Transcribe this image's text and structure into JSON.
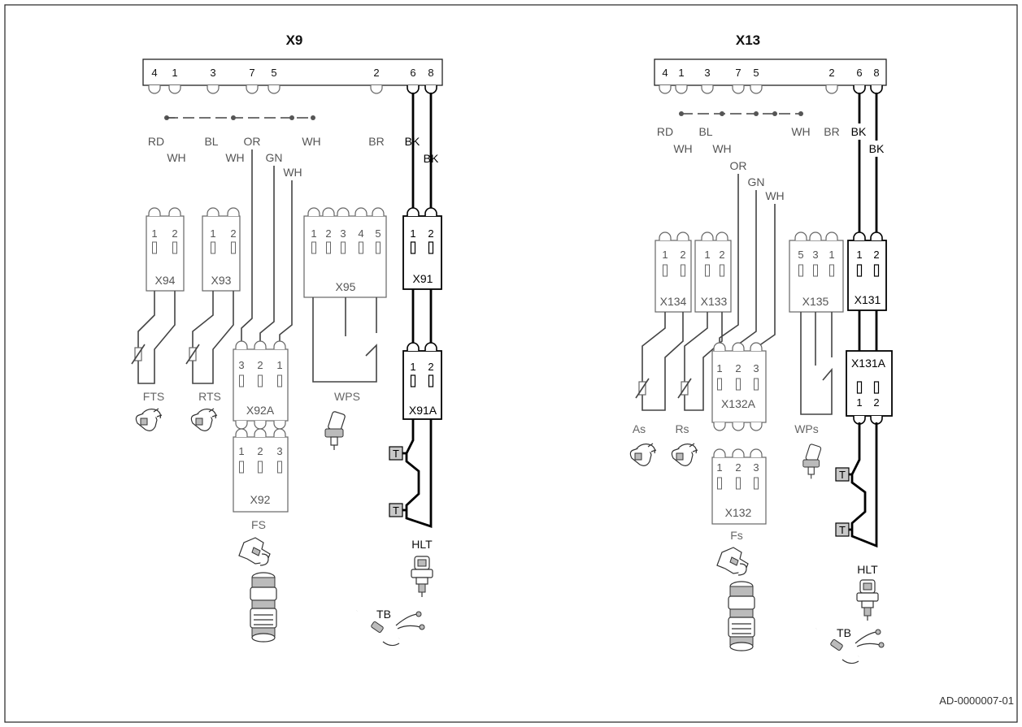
{
  "reference": "AD-0000007-01",
  "x9": {
    "title": "X9",
    "header_pins": [
      "4",
      "1",
      "3",
      "7",
      "5",
      "2",
      "6",
      "8"
    ],
    "wire_labels": [
      "RD",
      "WH",
      "BL",
      "WH",
      "OR",
      "GN",
      "WH",
      "WH",
      "BR",
      "BK",
      "BK"
    ],
    "connectors": {
      "x94": {
        "name": "X94",
        "pins": [
          "1",
          "2"
        ]
      },
      "x93": {
        "name": "X93",
        "pins": [
          "1",
          "2"
        ]
      },
      "x95": {
        "name": "X95",
        "pins": [
          "1",
          "2",
          "3",
          "4",
          "5"
        ]
      },
      "x91": {
        "name": "X91",
        "pins": [
          "1",
          "2"
        ]
      },
      "x92a": {
        "name": "X92A",
        "pins": [
          "3",
          "2",
          "1"
        ]
      },
      "x92": {
        "name": "X92",
        "pins": [
          "1",
          "2",
          "3"
        ]
      },
      "x91a": {
        "name": "X91A",
        "pins": [
          "1",
          "2"
        ]
      }
    },
    "components": {
      "fts": "FTS",
      "rts": "RTS",
      "wps": "WPS",
      "fs": "FS",
      "hlt": "HLT",
      "tb": "TB"
    },
    "thermostat_label": "T"
  },
  "x13": {
    "title": "X13",
    "header_pins": [
      "4",
      "1",
      "3",
      "7",
      "5",
      "2",
      "6",
      "8"
    ],
    "wire_labels": [
      "RD",
      "WH",
      "BL",
      "WH",
      "OR",
      "GN",
      "WH",
      "WH",
      "BR",
      "BK",
      "BK"
    ],
    "connectors": {
      "x134": {
        "name": "X134",
        "pins": [
          "1",
          "2"
        ]
      },
      "x133": {
        "name": "X133",
        "pins": [
          "1",
          "2"
        ]
      },
      "x135": {
        "name": "X135",
        "pins": [
          "5",
          "3",
          "1"
        ]
      },
      "x131": {
        "name": "X131",
        "pins": [
          "1",
          "2"
        ]
      },
      "x132a": {
        "name": "X132A",
        "pins": [
          "1",
          "2",
          "3"
        ]
      },
      "x131a": {
        "name": "X131A",
        "pins": [
          "1",
          "2"
        ]
      },
      "x132": {
        "name": "X132",
        "pins": [
          "1",
          "2",
          "3"
        ]
      }
    },
    "components": {
      "as": "As",
      "rs": "Rs",
      "wps": "WPs",
      "fs": "Fs",
      "hlt": "HLT",
      "tb": "TB"
    },
    "thermostat_label": "T"
  }
}
